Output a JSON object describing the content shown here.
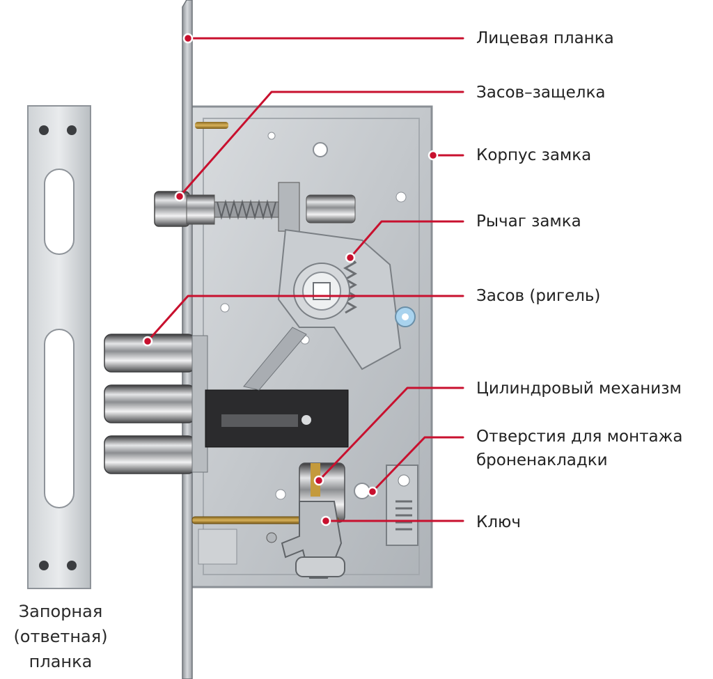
{
  "accent_color": "#c8102e",
  "callouts": [
    {
      "id": "face-plate",
      "label": "Лицевая планка"
    },
    {
      "id": "latch-bolt",
      "label": "Засов–защелка"
    },
    {
      "id": "lock-body",
      "label": "Корпус замка"
    },
    {
      "id": "lock-lever",
      "label": "Рычаг замка"
    },
    {
      "id": "deadbolt",
      "label": "Засов (ригель)"
    },
    {
      "id": "cylinder",
      "label": "Цилиндровый механизм"
    },
    {
      "id": "armor-holes",
      "label_lines": [
        "Отверстия для монтажа",
        "броненакладки"
      ]
    },
    {
      "id": "key",
      "label": "Ключ"
    }
  ],
  "strike_plate_caption": {
    "lines": [
      "Запорная",
      "(ответная)",
      "планка"
    ]
  }
}
